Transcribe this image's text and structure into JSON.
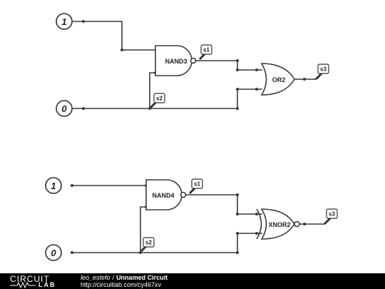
{
  "inputs": [
    {
      "id": "in1",
      "value": "1"
    },
    {
      "id": "in2",
      "value": "0"
    },
    {
      "id": "in3",
      "value": "1"
    },
    {
      "id": "in4",
      "value": "0"
    }
  ],
  "gates": [
    {
      "id": "nand3",
      "label": "NAND3"
    },
    {
      "id": "or2",
      "label": "OR2"
    },
    {
      "id": "nand4",
      "label": "NAND4"
    },
    {
      "id": "xnor2",
      "label": "XNOR2"
    }
  ],
  "tags": [
    {
      "id": "top_s1",
      "label": "s1"
    },
    {
      "id": "top_s2",
      "label": "s2"
    },
    {
      "id": "top_s3",
      "label": "s3"
    },
    {
      "id": "bot_s1",
      "label": "s1"
    },
    {
      "id": "bot_s2",
      "label": "s2"
    },
    {
      "id": "bot_s3",
      "label": "s3"
    }
  ],
  "footer": {
    "logo_top": "CIRCUIT",
    "logo_bottom": "LAB",
    "user": "leo_estefo",
    "separator": "/",
    "title": "Unnamed Circuit",
    "url": "http://circuitlab.com/cy467xv"
  }
}
